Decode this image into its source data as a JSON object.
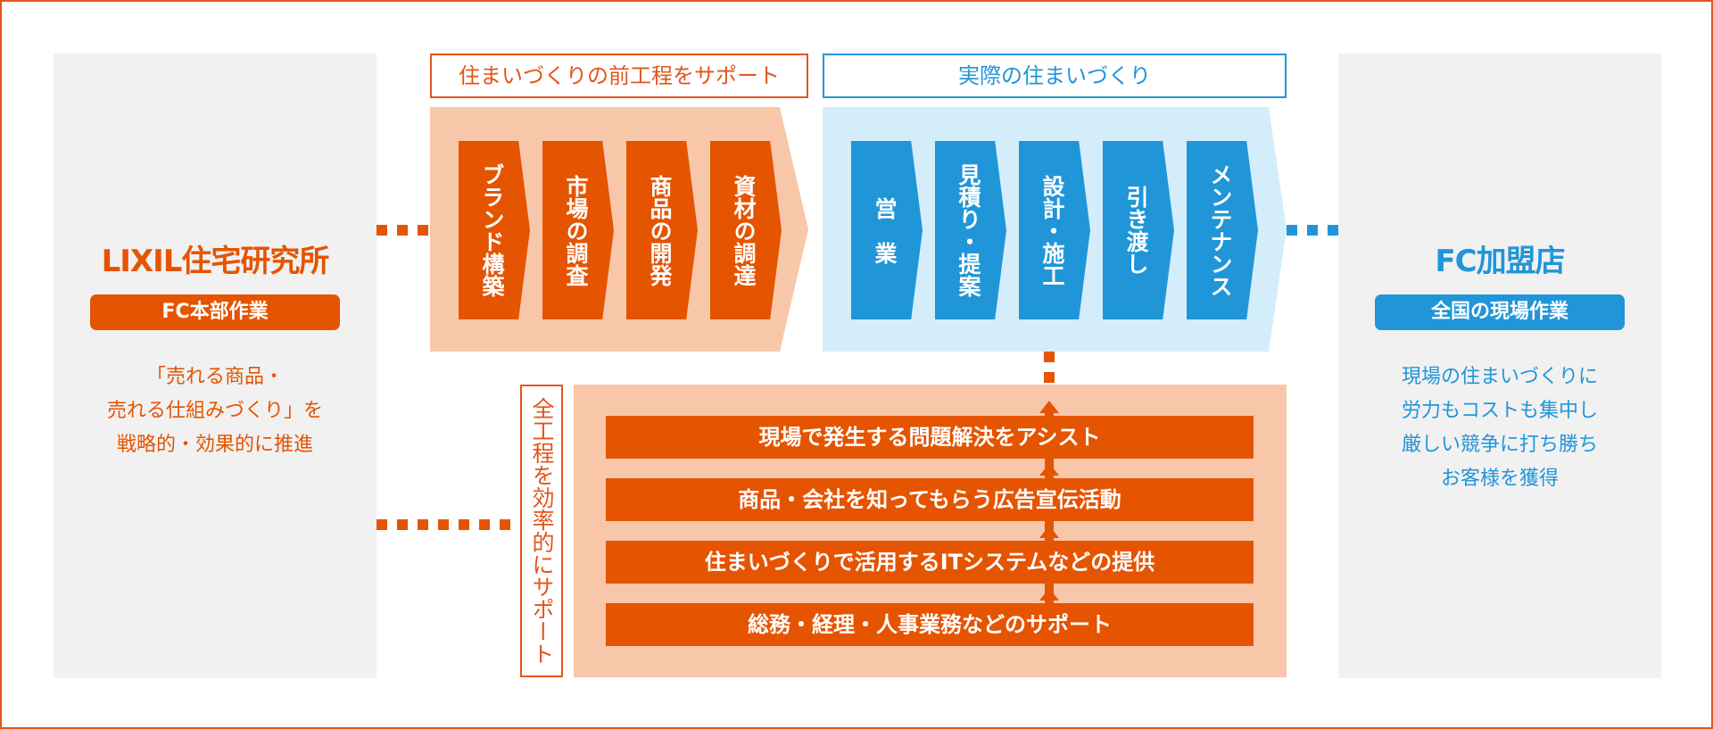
{
  "colors": {
    "orange": "#e55400",
    "orange_light": "#f8c7aa",
    "blue": "#2096d8",
    "blue_light": "#d3edfb",
    "panel_bg": "#f1f1f1"
  },
  "left_panel": {
    "title": "LIXIL住宅研究所",
    "badge": "FC本部作業",
    "description": [
      "「売れる商品・",
      "売れる仕組みづくり」を",
      "戦略的・効果的に推進"
    ]
  },
  "right_panel": {
    "title": "FC加盟店",
    "badge": "全国の現場作業",
    "description": [
      "現場の住まいづくりに",
      "労力もコストも集中し",
      "厳しい競争に打ち勝ち",
      "お客様を獲得"
    ]
  },
  "pre_process": {
    "header": "住まいづくりの前工程をサポート",
    "steps": [
      "ブランド構築",
      "市場の調査",
      "商品の開発",
      "資材の調達"
    ]
  },
  "actual_process": {
    "header": "実際の住まいづくり",
    "steps": [
      "営　業",
      "見積り・提案",
      "設計・施工",
      "引き渡し",
      "メンテナンス"
    ]
  },
  "support": {
    "label": "全工程を効率的にサポート",
    "items": [
      "現場で発生する問題解決をアシスト",
      "商品・会社を知ってもらう広告宣伝活動",
      "住まいづくりで活用するITシステムなどの提供",
      "総務・経理・人事業務などのサポート"
    ]
  }
}
